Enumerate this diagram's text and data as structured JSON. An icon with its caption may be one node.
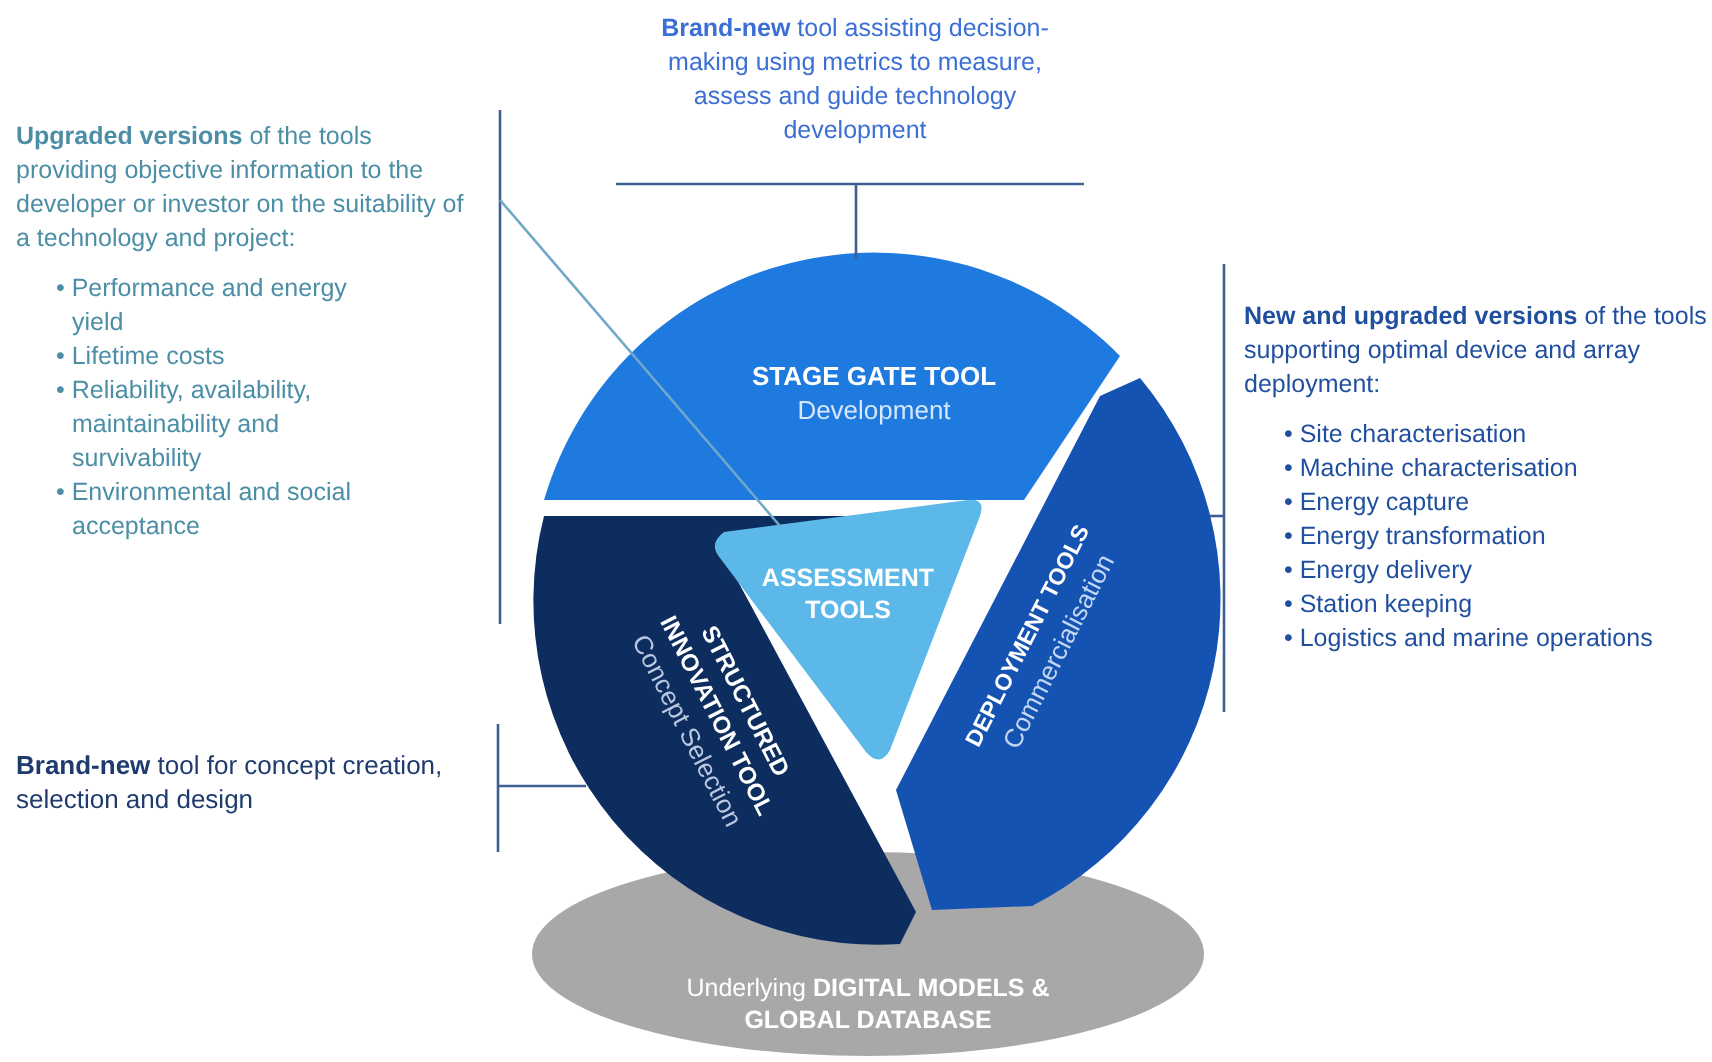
{
  "diagram": {
    "nodes": [
      {
        "text": [
          "**Brand-new** tool assisting decision-making using metrics to measure, assess and guide technology development"
        ]
      },
      {
        "text": [
          "**Upgraded versions** of the tools providing objective information to the developer or investor on the suitability of a technology and project:",
          "• Performance and energy yield",
          "• Lifetime costs",
          "• Reliability, availability, maintainability and survivability",
          "• Environmental and social acceptance"
        ]
      },
      {
        "text": [
          "**New and upgraded versions** of the tools supporting optimal device and array deployment:",
          "• Site characterisation",
          "• Machine characterisation",
          "• Energy capture",
          "• Energy transformation",
          "• Energy delivery",
          "• Station keeping",
          "• Logistics and marine operations"
        ]
      },
      {
        "text": [
          "**Brand-new** tool for concept creation, selection and design"
        ]
      },
      {
        "text": [
          "STAGE GATE TOOL",
          "Development"
        ]
      },
      {
        "text": [
          "STRUCTURED INNOVATION TOOL",
          "Concept Selection"
        ]
      },
      {
        "text": [
          "DEPLOYMENT TOOLS",
          "Commercialisation"
        ]
      },
      {
        "text": [
          "ASSESSMENT TOOLS"
        ]
      },
      {
        "text": [
          "Underlying **DIGITAL MODELS & GLOBAL DATABASE**"
        ]
      }
    ],
    "edges": [
      {
        "from": 0,
        "to": 4,
        "arrow": "none"
      },
      {
        "from": 1,
        "to": 7,
        "arrow": "none"
      },
      {
        "from": 2,
        "to": 6,
        "arrow": "none"
      },
      {
        "from": 3,
        "to": 5,
        "arrow": "none"
      }
    ]
  }
}
